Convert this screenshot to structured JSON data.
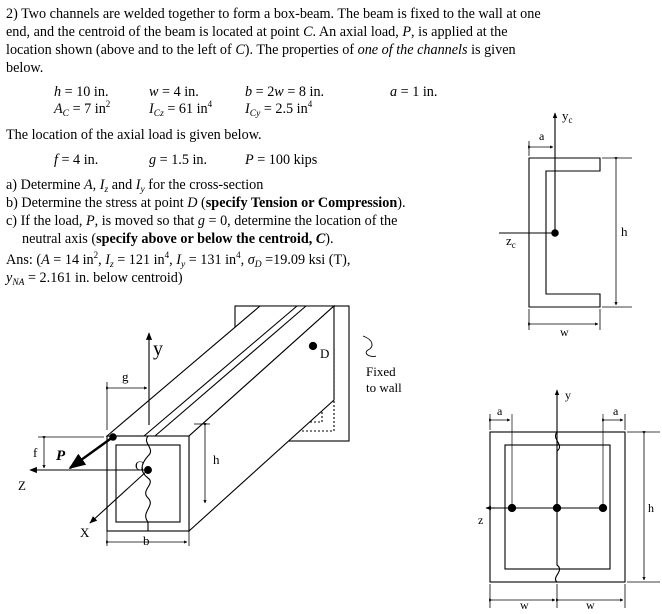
{
  "problem": {
    "intro_a": "2) Two channels are welded together to form a box-beam.  The beam is fixed to the wall at one",
    "intro_b": "end, and the centroid of the beam is located at point ",
    "C1": "C",
    "intro_c": ".  An axial load, ",
    "P1": "P",
    "intro_d": ", is applied at the",
    "intro_e": "location shown (above and to the left of ",
    "C2": "C",
    "intro_f": ").  The properties of ",
    "one_of": "one of the channels",
    "intro_g": " is given",
    "intro_h": "below."
  },
  "props": {
    "h": "h",
    "h_val": " = 10 in.",
    "w": "w",
    "w_val": " = 4 in.",
    "b": "b",
    "b_val": " = 2",
    "b_w": "w",
    "b_val2": " = 8 in.",
    "a": "a",
    "a_val": " = 1 in.",
    "Ac_A": "A",
    "Ac_sub": "C",
    "Ac_val": " = 7 in",
    "Ac_exp": "2",
    "Icz_I": "I",
    "Icz_sub": "Cz",
    "Icz_val": " = 61 in",
    "Icz_exp": "4",
    "Icy_I": "I",
    "Icy_sub": "Cy",
    "Icy_val": " = 2.5 in",
    "Icy_exp": "4"
  },
  "load": {
    "heading": "The location of the axial load is given below.",
    "f": "f",
    "f_val": " = 4 in.",
    "g": "g",
    "g_val": " = 1.5 in.",
    "P": "P",
    "P_val": " = 100 kips"
  },
  "questions": {
    "a_1": "a) Determine ",
    "a_A": "A",
    "a_2": ", ",
    "a_Iz": "I",
    "a_Iz_sub": "z",
    "a_3": " and ",
    "a_Iy": "I",
    "a_Iy_sub": "y",
    "a_4": " for the cross-section",
    "b_1": "b) Determine the stress at point ",
    "b_D": "D",
    "b_2": " (",
    "b_bold": "specify Tension or Compression",
    "b_3": ").",
    "c_1": "c) If the load, ",
    "c_P": "P",
    "c_2": ", is moved so that ",
    "c_g": "g",
    "c_3": " = 0, determine the location of the",
    "c_4": "neutral axis (",
    "c_bold": "specify above or below the centroid, ",
    "c_bold_C": "C",
    "c_5": ").",
    "ans_1": "Ans: (",
    "ans_A": "A",
    "ans_2": " = 14 in",
    "ans_2e": "2",
    "ans_3": ", ",
    "ans_Iz": "I",
    "ans_Iz_sub": "z",
    "ans_4": " = 121 in",
    "ans_4e": "4",
    "ans_5": ", ",
    "ans_Iy": "I",
    "ans_Iy_sub": "y",
    "ans_6": " = 131 in",
    "ans_6e": "4",
    "ans_7": ", ",
    "ans_sig": "σ",
    "ans_sig_sub": "D",
    "ans_8": " =19.09 ksi (T),",
    "ans_y": "y",
    "ans_y_sub": "NA",
    "ans_9": " = 2.161 in. below centroid)"
  },
  "figure_labels": {
    "y": "y",
    "D": "D",
    "g": "g",
    "f": "f",
    "P": "P",
    "C": "C",
    "h": "h",
    "Z": "Z",
    "X": "X",
    "b": "b",
    "fixed_1": "Fixed",
    "fixed_2": "to wall",
    "ch_a": "a",
    "ch_yc": "y",
    "ch_yc_sub": "c",
    "ch_zc": "z",
    "ch_zc_sub": "c",
    "ch_h": "h",
    "ch_w": "w",
    "box_y": "y",
    "box_a1": "a",
    "box_a2": "a",
    "box_z": "z",
    "box_h": "h",
    "box_w1": "w",
    "box_w2": "w"
  }
}
